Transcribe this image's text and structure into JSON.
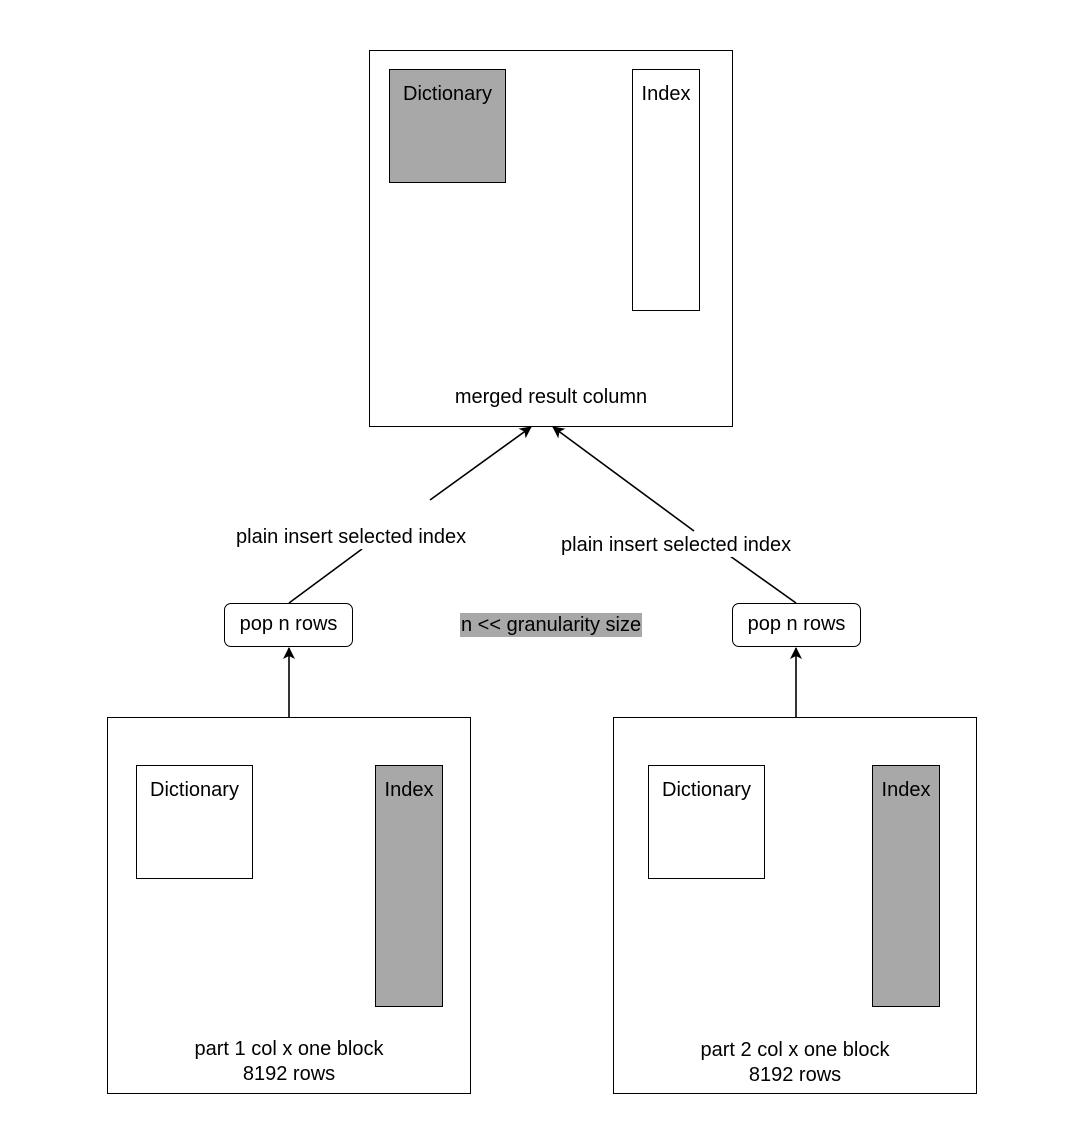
{
  "top": {
    "dictionary_label": "Dictionary",
    "index_label": "Index",
    "caption": "merged result column"
  },
  "edges": {
    "left_label": "plain insert selected index",
    "right_label": "plain insert selected index"
  },
  "middle_note": "n << granularity size",
  "pop_left": "pop n rows",
  "pop_right": "pop n rows",
  "part1": {
    "dictionary_label": "Dictionary",
    "index_label": "Index",
    "caption_line1": "part 1 col x one block",
    "caption_line2": "8192 rows"
  },
  "part2": {
    "dictionary_label": "Dictionary",
    "index_label": "Index",
    "caption_line1": "part 2 col x one block",
    "caption_line2": "8192 rows"
  },
  "colors": {
    "fill_gray": "#a8a8a8",
    "dark_gray": "#999999",
    "stroke": "#000000"
  }
}
